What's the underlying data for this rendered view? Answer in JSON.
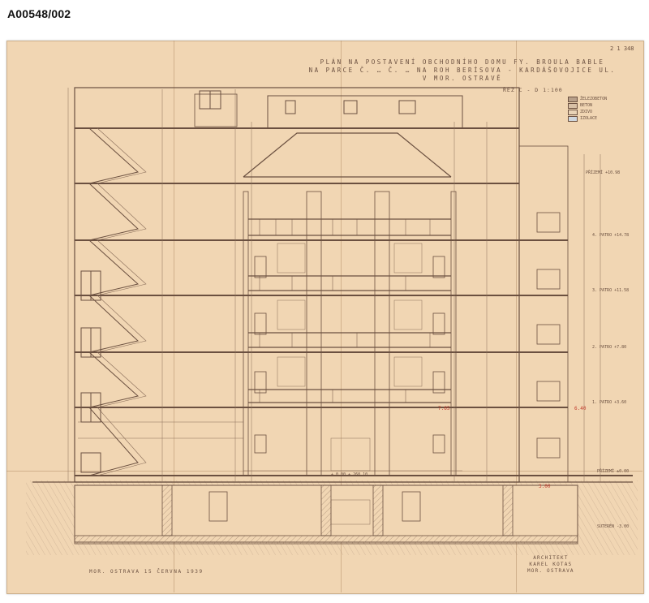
{
  "document": {
    "id_label": "A00548/002",
    "sheet_number": "2 1 348",
    "title_lines": [
      "PLÁN NA POSTAVENÍ OBCHODNÍHO DOMU FY. BROULA BABLE",
      "NA PARCE Č. … Č. … NA ROH BERÍSOVA - KARDÁŠOVOJICE UL.",
      "V MOR. OSTRAVĚ"
    ],
    "scale_label": "ŘEZ C - D  1:100",
    "legend": [
      {
        "label": "ŽELEZOBETON",
        "color": "#b8a08a"
      },
      {
        "label": "BETON",
        "color": "#d8c0a6"
      },
      {
        "label": "ZDIVO",
        "color": "#e9d3b6"
      },
      {
        "label": "IZOLACE",
        "color": "#cfd6dd"
      }
    ],
    "floor_labels": [
      "PŘÍZEMÍ +10.98",
      "4. PATRO +14.78",
      "3. PATRO +11.58",
      "2. PATRO +7.80",
      "1. PATRO +3.60",
      "PŘÍZEMÍ ±0.00",
      "SUTERÉN -3.00"
    ],
    "level_mark": "+ 0.00 ± 260.10",
    "red_notes": [
      "7.65",
      "6.40",
      "3.00"
    ],
    "footer_left": "MOR. OSTRAVA 15 ČERVNA 1939",
    "architect_lines": [
      "ARCHITEKT",
      "KAREL KOTAS",
      "MOR. OSTRAVA"
    ],
    "colors": {
      "paper": "#f1d6b3",
      "ink": "#6b5040",
      "red_ink": "#c0392b"
    }
  }
}
